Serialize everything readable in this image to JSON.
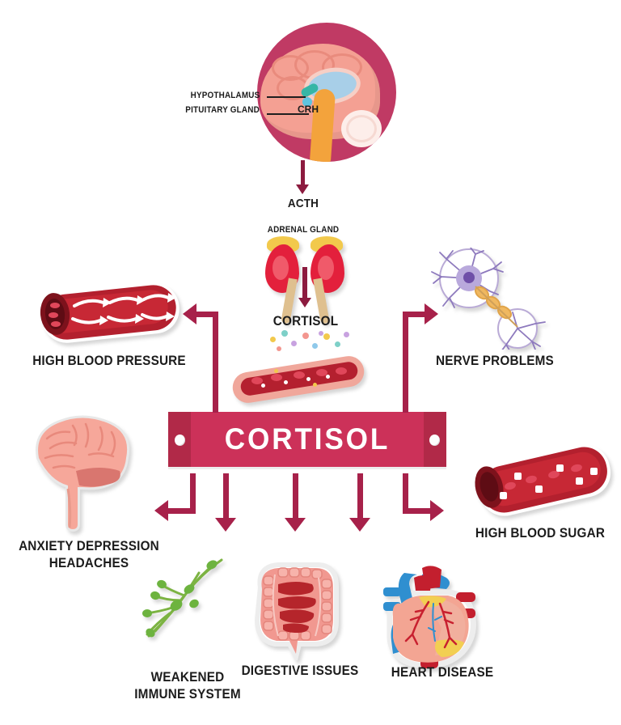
{
  "diagram": {
    "title": "Cortisol effects diagram",
    "center_banner": {
      "label": "CORTISOL"
    },
    "colors": {
      "banner": "#cc3159",
      "banner_cap": "#b12948",
      "arrow": "#a7214a",
      "brain_circle": "#c03a64",
      "label_text": "#1c1c1c"
    }
  },
  "brain_panel": {
    "callouts": [
      {
        "name": "hypothalamus",
        "label": "HYPOTHALAMUS"
      },
      {
        "name": "pituitary-gland",
        "label": "PITUITARY GLAND"
      }
    ],
    "inner_label": "CRH"
  },
  "pathway": {
    "steps": [
      {
        "name": "acth",
        "label": "ACTH"
      },
      {
        "name": "adrenal-gland",
        "label": "ADRENAL GLAND"
      },
      {
        "name": "cortisol-hormone",
        "label": "CORTISOL"
      }
    ]
  },
  "effects": [
    {
      "name": "high-blood-pressure",
      "label": "HIGH BLOOD PRESSURE",
      "icon": "blood-vessel-icon"
    },
    {
      "name": "nerve-problems",
      "label": "NERVE PROBLEMS",
      "icon": "neuron-icon"
    },
    {
      "name": "anxiety-depression-headaches",
      "label": "ANXIETY  DEPRESSION\nHEADACHES",
      "icon": "brain-icon"
    },
    {
      "name": "weakened-immune-system",
      "label": "WEAKENED\nIMMUNE SYSTEM",
      "icon": "lymphatic-system-icon"
    },
    {
      "name": "digestive-issues",
      "label": "DIGESTIVE ISSUES",
      "icon": "intestines-icon"
    },
    {
      "name": "heart-disease",
      "label": "HEART DISEASE",
      "icon": "heart-icon"
    },
    {
      "name": "high-blood-sugar",
      "label": "HIGH BLOOD SUGAR",
      "icon": "blood-vessel-sugar-icon"
    }
  ]
}
